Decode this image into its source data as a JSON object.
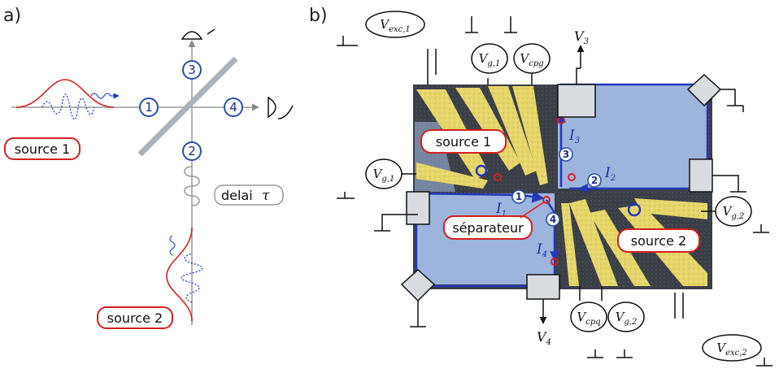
{
  "panel_a": {
    "label": "a)",
    "ports": [
      "1",
      "2",
      "3",
      "4"
    ],
    "source1": "source 1",
    "source2": "source 2",
    "delay_label": "delai",
    "delay_symbol": "τ"
  },
  "panel_b": {
    "label": "b)",
    "source1": "source 1",
    "source2": "source 2",
    "beamsplitter": "séparateur",
    "ports": [
      "1",
      "2",
      "3",
      "4"
    ],
    "v_exc_1": {
      "base": "V",
      "sub": "exc,1"
    },
    "v_exc_2": {
      "base": "V",
      "sub": "exc,2"
    },
    "v_g1_top": {
      "base": "V",
      "sub": "g,1"
    },
    "v_g1_left": {
      "base": "V",
      "sub": "g,1"
    },
    "v_g2_right": {
      "base": "V",
      "sub": "g,2"
    },
    "v_g2_bottom": {
      "base": "V",
      "sub": "g,2"
    },
    "v_cpg_top": {
      "base": "V",
      "sub": "cpg"
    },
    "v_cpg_bottom": {
      "base": "V",
      "sub": "cpq"
    },
    "v3": {
      "base": "V",
      "sub": "3"
    },
    "v4": {
      "base": "V",
      "sub": "4"
    },
    "i1": {
      "base": "I",
      "sub": "1"
    },
    "i2": {
      "base": "I",
      "sub": "2"
    },
    "i3": {
      "base": "I",
      "sub": "3"
    },
    "i4": {
      "base": "I",
      "sub": "4"
    }
  },
  "colors": {
    "wave_envelope": "#d62020",
    "wave_dotted": "#2a4fc8",
    "port_circle": "#2a4fa8",
    "tag_border": "#d62020",
    "sample_blue": "#9db5dc",
    "gate_yellow": "#e8d76a",
    "edge_channel": "#2338b8"
  }
}
